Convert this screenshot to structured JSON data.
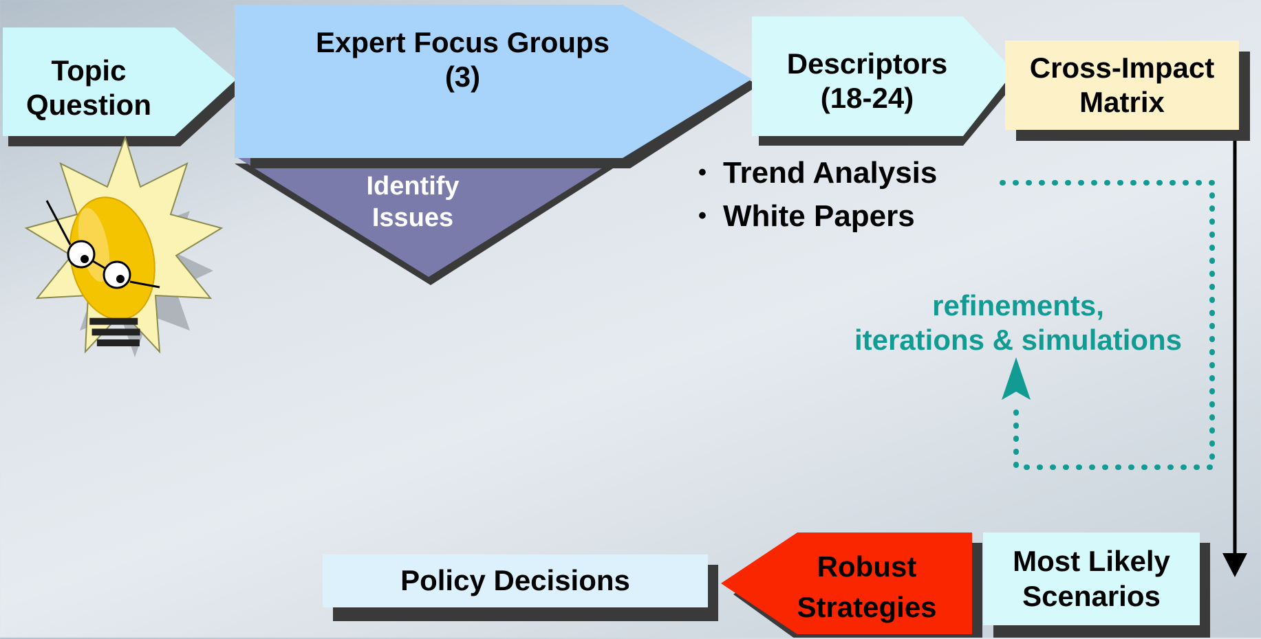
{
  "nodes": {
    "topic": {
      "label": "Topic\nQuestion"
    },
    "focus_groups": {
      "label": "Expert Focus Groups\n(3)"
    },
    "identify": {
      "label": "Identify\nIssues"
    },
    "descriptors": {
      "label": "Descriptors\n(18-24)"
    },
    "cross_impact": {
      "label": "Cross-Impact\nMatrix"
    },
    "most_likely": {
      "label": "Most Likely\nScenarios"
    },
    "robust": {
      "label": "Robust\nStrategies"
    },
    "policy": {
      "label": "Policy Decisions"
    }
  },
  "bullets": [
    "Trend Analysis",
    "White Papers"
  ],
  "loop_label": "refinements,\niterations & simulations",
  "mascot": {
    "icon": "lightbulb-mascot-icon"
  },
  "colors": {
    "topic_fill": "#ccf7fb",
    "focus_fill": "#a8d4fc",
    "identify_fill": "#7a7bab",
    "descriptors_fill": "#d6f9fb",
    "cross_fill": "#fdf1c7",
    "scenarios_fill": "#d6f9fb",
    "robust_fill": "#fa2600",
    "policy_fill": "#dcf1fc",
    "loop_color": "#129b93",
    "shadow": "#3a3a3a"
  }
}
